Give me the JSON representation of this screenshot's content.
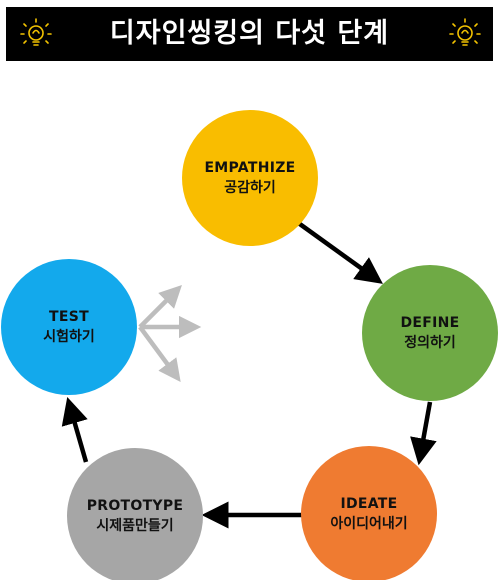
{
  "title": "디자인씽킹의 다섯 단계",
  "colors": {
    "title_bar": "#000000",
    "title_text": "#ffffff",
    "bulb": "#f2c200",
    "arrow": "#000000",
    "test_arrows": "#bdbdbd"
  },
  "stages": [
    {
      "id": "empathize",
      "en": "EMPATHIZE",
      "ko": "공감하기",
      "color": "#f9bd00"
    },
    {
      "id": "define",
      "en": "DEFINE",
      "ko": "정의하기",
      "color": "#6faa45"
    },
    {
      "id": "ideate",
      "en": "IDEATE",
      "ko": "아이디어내기",
      "color": "#ef7b31"
    },
    {
      "id": "prototype",
      "en": "PROTOTYPE",
      "ko": "시제품만들기",
      "color": "#a6a6a6"
    },
    {
      "id": "test",
      "en": "TEST",
      "ko": "시험하기",
      "color": "#13a9ec"
    }
  ],
  "icons": {
    "left": "lightbulb-icon",
    "right": "lightbulb-icon"
  }
}
